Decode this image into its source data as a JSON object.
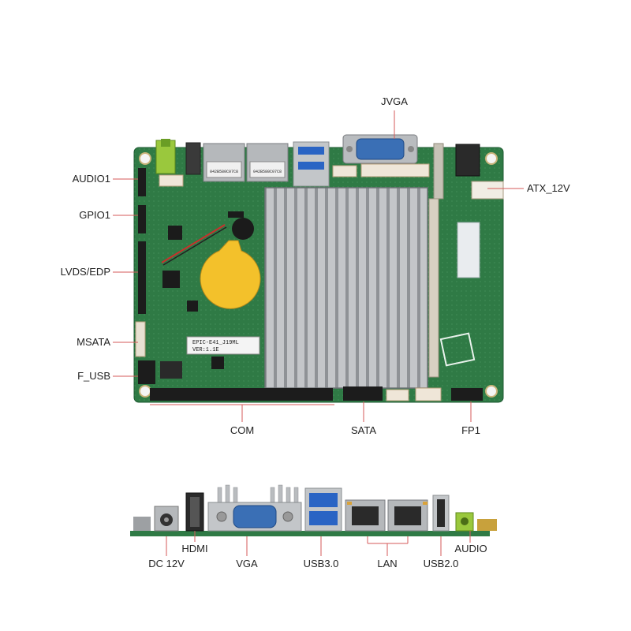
{
  "top_view": {
    "labels": {
      "jvga": "JVGA",
      "audio1": "AUDIO1",
      "gpio1": "GPIO1",
      "lvds_edp": "LVDS/EDP",
      "msata": "MSATA",
      "f_usb": "F_USB",
      "atx_12v": "ATX_12V",
      "com": "COM",
      "sata": "SATA",
      "fp1": "FP1"
    },
    "board_text": {
      "lan_port_1": "042B580C07C8",
      "lan_port_2": "042B580C07C8",
      "version_line_1": "EPIC-E41_J19ML",
      "version_line_2": "VER:1.1E"
    }
  },
  "side_view": {
    "labels": {
      "dc_12v": "DC 12V",
      "hdmi": "HDMI",
      "vga": "VGA",
      "usb3": "USB3.0",
      "lan": "LAN",
      "usb2": "USB2.0",
      "audio": "AUDIO"
    }
  },
  "colors": {
    "pcb": "#2f7a45",
    "heatsink": "#9c9fa3",
    "battery": "#f3c12b",
    "vga_connector": "#3a6fb5",
    "usb3": "#2a64c4",
    "audio_jack": "#9ac83d",
    "leader_line": "#d65a5a"
  }
}
